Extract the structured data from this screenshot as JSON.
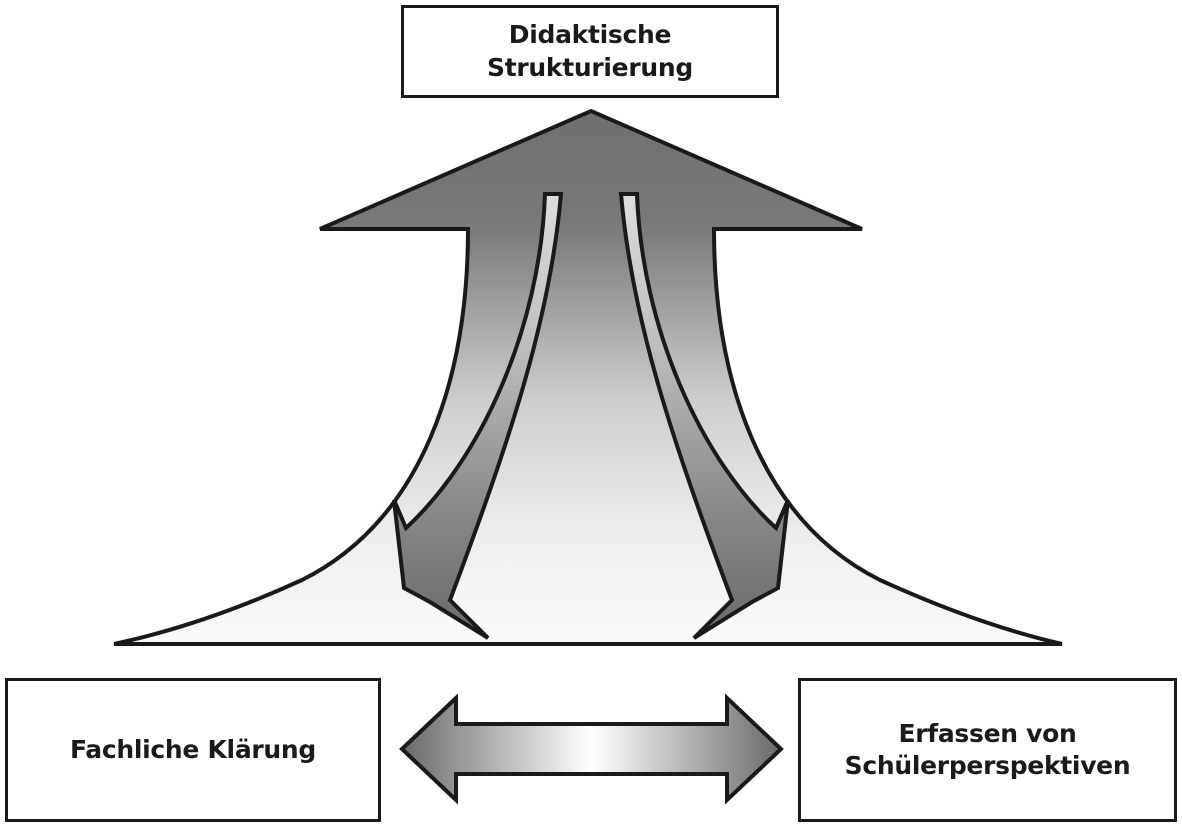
{
  "diagram": {
    "top_box": {
      "label": "Didaktische Strukturierung"
    },
    "left_box": {
      "label": "Fachliche Klärung"
    },
    "right_box": {
      "line1": "Erfassen von",
      "line2": "Schülerperspektiven"
    },
    "colors": {
      "stroke": "#1a1a1a",
      "arrow_dark": "#6f6f6f",
      "arrow_light": "#f7f7f7",
      "background": "#ffffff"
    },
    "icons": [
      "upward-arrow",
      "curved-arrow-left",
      "curved-arrow-right",
      "double-headed-arrow"
    ]
  }
}
